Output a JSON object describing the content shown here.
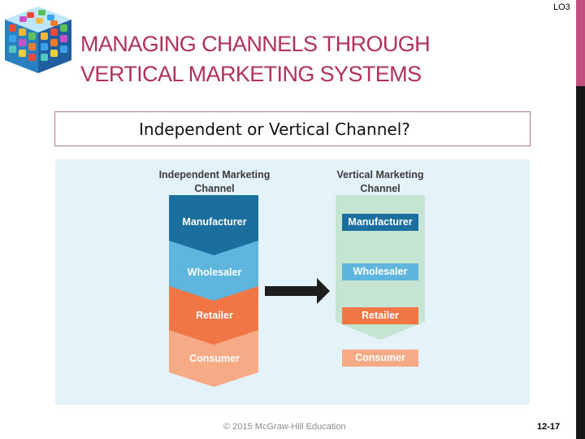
{
  "slide": {
    "lo_tag": "LO3",
    "title_line1": "MANAGING CHANNELS THROUGH",
    "title_line2": "VERTICAL MARKETING SYSTEMS",
    "question": "Independent or Vertical Channel?",
    "footer": "© 2015 McGraw-Hill Education",
    "page_number": "12-17"
  },
  "diagram": {
    "left_title_line1": "Independent Marketing",
    "left_title_line2": "Channel",
    "right_title_line1": "Vertical Marketing",
    "right_title_line2": "Channel",
    "levels": [
      "Manufacturer",
      "Wholesaler",
      "Retailer",
      "Consumer"
    ],
    "colors": {
      "manufacturer": "#1a6f9e",
      "wholesaler": "#5eb6df",
      "retailer": "#f07645",
      "consumer": "#f6ab86",
      "vertical_body": "#c3e5d2",
      "arrow": "#1d1d1d"
    }
  },
  "colors": {
    "title": "#b03060",
    "accent_bar": "#c2507e",
    "dark_bar": "#151515",
    "figure_bg": "#e4f2fa"
  },
  "icons": [
    "app-cube-logo-icon",
    "right-arrow-icon"
  ]
}
